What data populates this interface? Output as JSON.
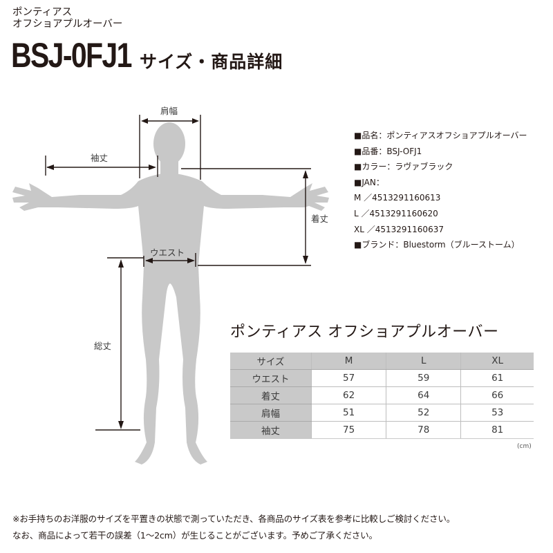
{
  "header": {
    "subtitle_line1": "ポンティアス",
    "subtitle_line2": "オフショアプルオーバー",
    "model_code": "BSJ-0FJ1",
    "page_heading": "サイズ・商品詳細"
  },
  "figure": {
    "labels": {
      "shoulder_width": "肩幅",
      "sleeve_length": "袖丈",
      "body_length": "着丈",
      "waist": "ウエスト",
      "total_length": "総丈"
    },
    "colors": {
      "silhouette": "#c8c8c8",
      "lines": "#231815"
    }
  },
  "product_info": {
    "name": "■品名：ポンティアスオフショアプルオーバー",
    "number": "■品番：BSJ-OFJ1",
    "color": "■カラー：ラヴァブラック",
    "jan_label": "■JAN：",
    "jan_codes": [
      "M ／4513291160613",
      "L ／4513291160620",
      "XL ／4513291160637"
    ],
    "brand": "■ブランド：Bluestorm（ブルーストーム）"
  },
  "size_chart": {
    "title": "ポンティアス オフショアプルオーバー",
    "header": [
      "サイズ",
      "M",
      "L",
      "XL"
    ],
    "rows": [
      {
        "label": "ウエスト",
        "values": [
          "57",
          "59",
          "61"
        ]
      },
      {
        "label": "着丈",
        "values": [
          "62",
          "64",
          "66"
        ]
      },
      {
        "label": "肩幅",
        "values": [
          "51",
          "52",
          "53"
        ]
      },
      {
        "label": "袖丈",
        "values": [
          "75",
          "78",
          "81"
        ]
      }
    ],
    "unit": "(cm)",
    "colors": {
      "header_bg": "#c9c9c9",
      "border": "#bdbdbd"
    }
  },
  "notes": {
    "line1": "※お手持ちのお洋服のサイズを平置きの状態で測っていただき、各商品のサイズ表を参考に比較しご検討ください。",
    "line2": "なお、商品によって若干の誤差（1〜2cm）が生じることがございます。予めご了承ください。"
  }
}
